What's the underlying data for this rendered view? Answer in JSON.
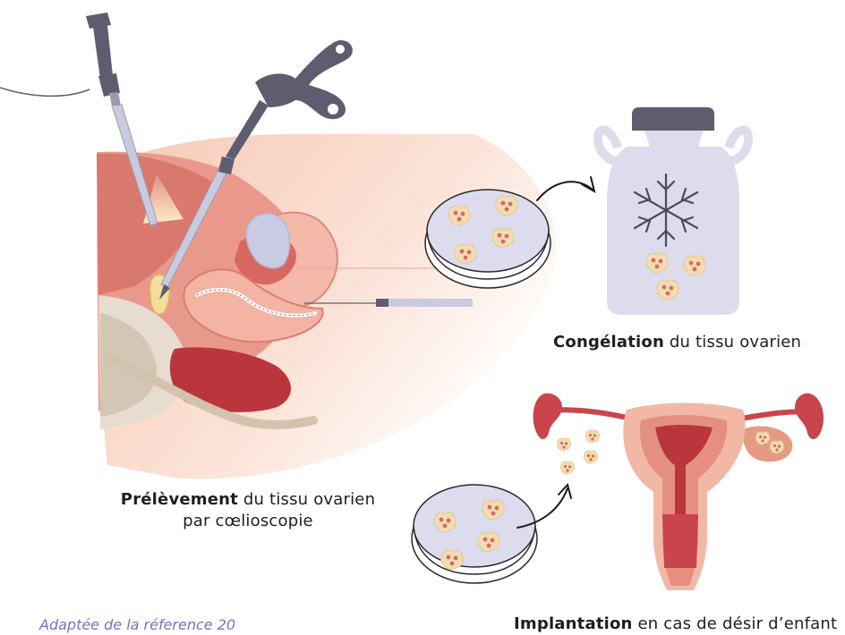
{
  "captions": {
    "congelation": {
      "bold": "Congélation",
      "rest": " du tissu ovarien"
    },
    "prelevement": {
      "bold": "Prélèvement",
      "rest": " du tissu ovarien",
      "line2": "par cœlioscopie"
    },
    "implantation": {
      "bold": "Implantation",
      "rest": " en cas de désir d’enfant"
    }
  },
  "source": "Adaptée de la réference 20",
  "colors": {
    "tissue_pink": "#f2b8a6",
    "tissue_red": "#c8454b",
    "dark_red": "#9e2a2f",
    "instrument_gray": "#5d5d6f",
    "dish_lilac": "#dcdcee",
    "container_lilac": "#dcdcec",
    "fragment_cream": "#f3dcb2",
    "fragment_dot": "#d46a6a",
    "accent_purple": "#7a6fc0"
  },
  "icons": [
    "snowflake-icon",
    "arrow-icon",
    "laparoscope-icon",
    "grasper-icon",
    "petri-dish-icon",
    "cryo-container-icon",
    "uterus-icon"
  ]
}
